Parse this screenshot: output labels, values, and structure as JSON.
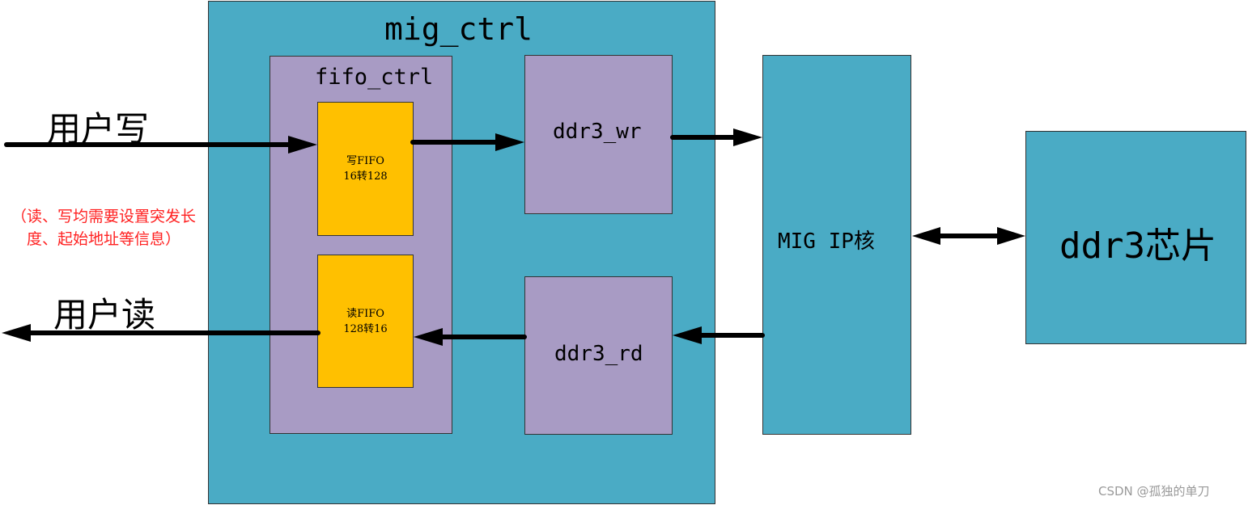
{
  "blocks": {
    "mig_ctrl": "mig_ctrl",
    "fifo_ctrl": "fifo_ctrl",
    "write_fifo": [
      "写FIFO",
      "16转128"
    ],
    "read_fifo": [
      "读FIFO",
      "128转16"
    ],
    "ddr3_wr": "ddr3_wr",
    "ddr3_rd": "ddr3_rd",
    "mig_ip": "MIG IP核",
    "ddr3_chip": "ddr3芯片"
  },
  "labels": {
    "user_write": "用户写",
    "user_read": "用户读",
    "note": "（读、写均需要设置突发长度、起始地址等信息）"
  },
  "watermark": "CSDN @孤独的单刀",
  "colors": {
    "container_blue": "#4aabc5",
    "module_purple": "#a89bc4",
    "fifo_yellow": "#ffc000",
    "note_red": "#ff2020",
    "arrow": "#000000"
  }
}
